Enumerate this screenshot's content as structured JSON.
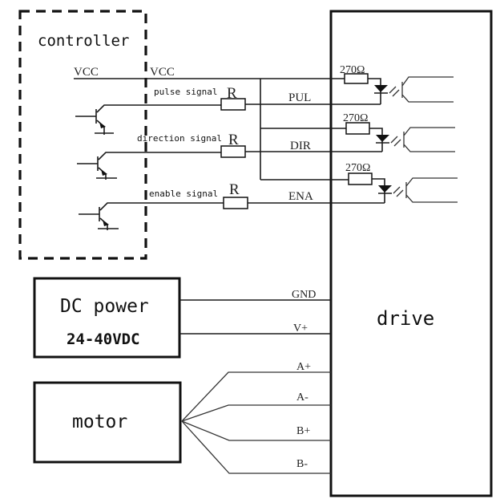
{
  "controller": {
    "title": "controller",
    "vcc_left": "VCC",
    "vcc_right": "VCC",
    "signals": [
      {
        "label": "pulse signal",
        "resistor": "R",
        "terminal": "PUL"
      },
      {
        "label": "direction signal",
        "resistor": "R",
        "terminal": "DIR"
      },
      {
        "label": "enable signal",
        "resistor": "R",
        "terminal": "ENA"
      }
    ]
  },
  "drive": {
    "title": "drive",
    "input_resistors": [
      "270Ω",
      "270Ω",
      "270Ω"
    ]
  },
  "power": {
    "title": "DC power",
    "voltage": "24-40VDC",
    "terminals": [
      "GND",
      "V+"
    ]
  },
  "motor": {
    "title": "motor",
    "terminals": [
      "A+",
      "A-",
      "B+",
      "B-"
    ]
  }
}
